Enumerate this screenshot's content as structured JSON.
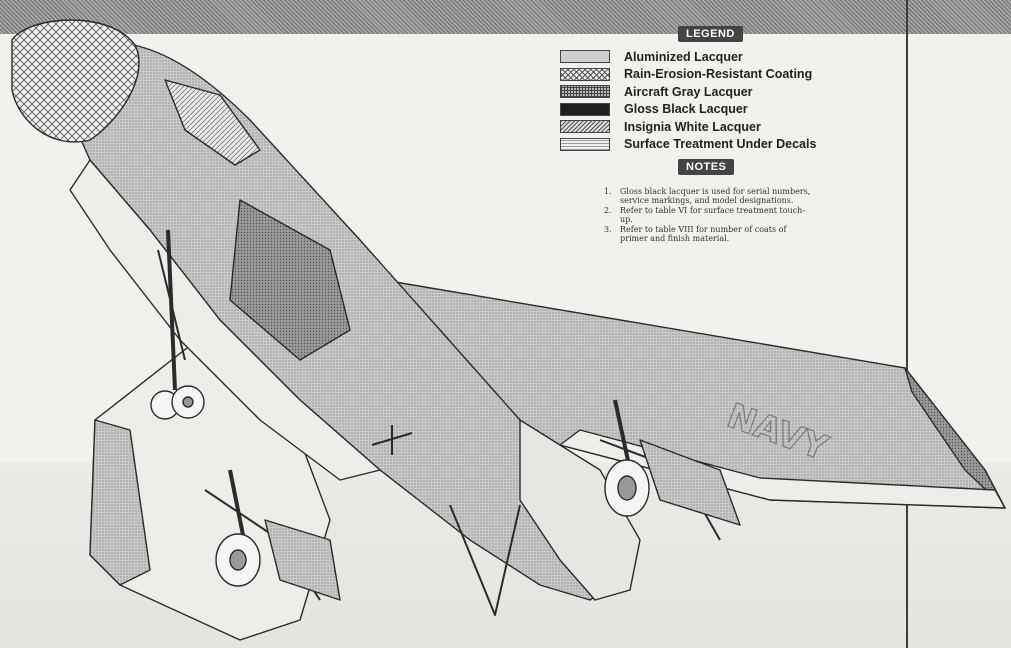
{
  "legend": {
    "title": "LEGEND",
    "items": [
      {
        "label": "Aluminized Lacquer",
        "pattern": "aluminized-fill"
      },
      {
        "label": "Rain-Erosion-Resistant Coating",
        "pattern": "crosshatch-fill"
      },
      {
        "label": "Aircraft Gray Lacquer",
        "pattern": "grid-fill"
      },
      {
        "label": "Gloss Black Lacquer",
        "pattern": "solid-black-fill"
      },
      {
        "label": "Insignia White Lacquer",
        "pattern": "diagonal-line-fill"
      },
      {
        "label": "Surface Treatment Under Decals",
        "pattern": "fine-line-fill"
      }
    ]
  },
  "notes": {
    "title": "NOTES",
    "items": [
      {
        "num": "1.",
        "text": "Gloss black lacquer is used for serial numbers, service markings, and model designations."
      },
      {
        "num": "2.",
        "text": "Refer to table VI for surface treatment touch-up."
      },
      {
        "num": "3.",
        "text": "Refer to table VIII for number of coats of primer and finish material."
      }
    ]
  },
  "figure": {
    "wing_marking": "NAVY",
    "colors": {
      "line": "#2b2b2b",
      "paper": "#f2f1ee",
      "dark_fill": "#8a8a8a",
      "mid_fill": "#b3b3b3"
    }
  }
}
